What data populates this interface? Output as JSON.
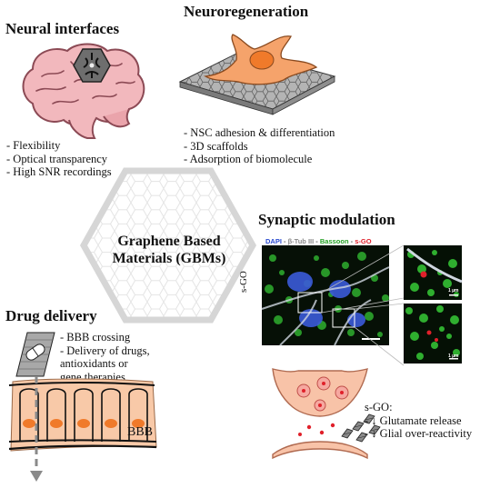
{
  "sections": {
    "neural_interfaces": {
      "title": "Neural interfaces",
      "items": [
        "- Flexibility",
        "- Optical transparency",
        "- High SNR recordings"
      ]
    },
    "neuroregeneration": {
      "title": "Neuroregeneration",
      "items": [
        "- NSC adhesion & differentiation",
        "- 3D scaffolds",
        "- Adsorption of biomolecule"
      ]
    },
    "center": {
      "line1": "Graphene Based",
      "line2": "Materials (GBMs)"
    },
    "synaptic_modulation": {
      "title": "Synaptic modulation",
      "side_label": "s-GO",
      "legend": {
        "dapi": "DAPI",
        "sep1": " - ",
        "btub": "β-Tub III",
        "sep2": " - ",
        "bassoon": "Bassoon",
        "sep3": " - ",
        "sgo": "s-GO"
      },
      "scale_main": "scale bar",
      "scale_inset": "1 µm",
      "effects_title": "s-GO:",
      "effects": [
        "- ↓ Glutamate release",
        "- ↓  Glial over-reactivity"
      ]
    },
    "drug_delivery": {
      "title": "Drug delivery",
      "items": [
        "- BBB crossing",
        "- Delivery of drugs,",
        "antioxidants or",
        "gene therapies"
      ],
      "barrier_label": "BBB"
    }
  },
  "colors": {
    "brain": "#f2b8bd",
    "brain_stroke": "#8c4a55",
    "cell": "#f5a36b",
    "nucleus": "#f07a2a",
    "scaffold": "#9a9a9a",
    "hex_outline": "#dcdcdc",
    "bbb_tissue": "#f8c9a8",
    "dapi": "#3b5bd9",
    "bassoon": "#2fae2f",
    "sgo": "#e0202a",
    "synapse": "#f8c3a8"
  },
  "icons": [
    "brain-icon",
    "graphene-electrode-icon",
    "stem-cell-icon",
    "graphene-scaffold-icon",
    "hexagon-frame-icon",
    "microscopy-image",
    "synapse-icon",
    "graphene-flake-icon",
    "drug-capsule-icon",
    "blood-brain-barrier-icon"
  ]
}
